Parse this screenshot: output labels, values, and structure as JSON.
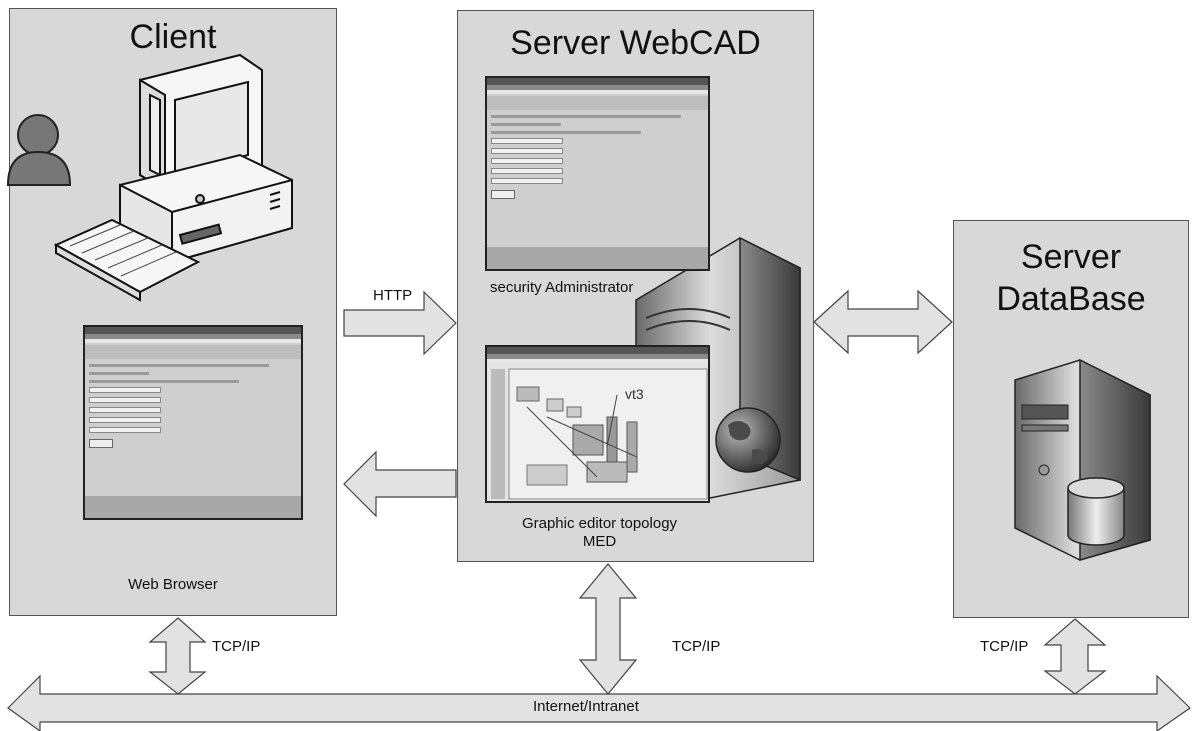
{
  "panels": {
    "client": {
      "title": "Client",
      "caption": "Web Browser"
    },
    "webcad": {
      "title": "Server WebCAD",
      "caption_top": "security Administrator",
      "caption_bottom_line1": "Graphic editor topology",
      "caption_bottom_line2": "MED"
    },
    "database": {
      "title_line1": "Server",
      "title_line2": "DataBase"
    }
  },
  "connections": {
    "http": "HTTP",
    "tcp_client": "TCP/IP",
    "tcp_webcad": "TCP/IP",
    "tcp_database": "TCP/IP",
    "network": "Internet/Intranet"
  },
  "screenshot_texts": {
    "graphic_editor_tag": "vt3"
  },
  "colors": {
    "panel_fill": "#d8d8d8",
    "arrow_fill": "#e2e2e2",
    "stroke": "#444444"
  }
}
